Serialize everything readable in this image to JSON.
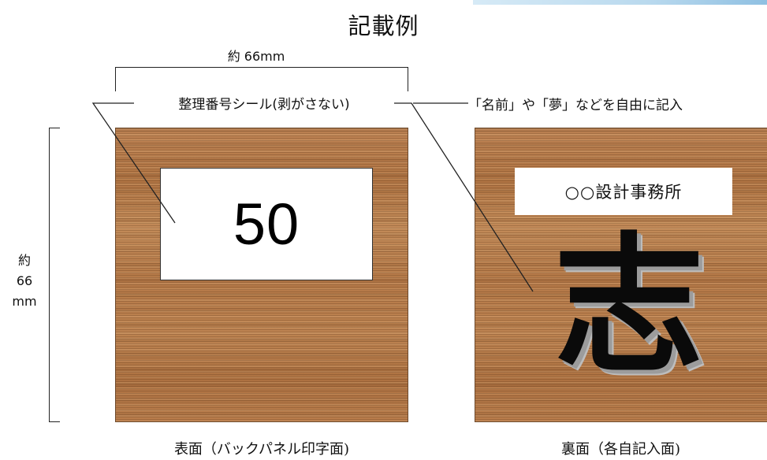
{
  "title": "記載例",
  "dimensions": {
    "width_label": "約 66mm",
    "height_label_lines": [
      "約",
      "66",
      "mm"
    ]
  },
  "callouts": {
    "front": "整理番号シール(剥がさない)",
    "back": "「名前」や「夢」などを自由に記入"
  },
  "front_panel": {
    "number": "50",
    "caption": "表面（バックパネル印字面)"
  },
  "back_panel": {
    "name": "○○設計事務所",
    "kanji": "志",
    "caption": "裏面（各自記入面)"
  },
  "colors": {
    "wood": "#bb8150",
    "sticker": "#ffffff",
    "line": "#222222"
  }
}
